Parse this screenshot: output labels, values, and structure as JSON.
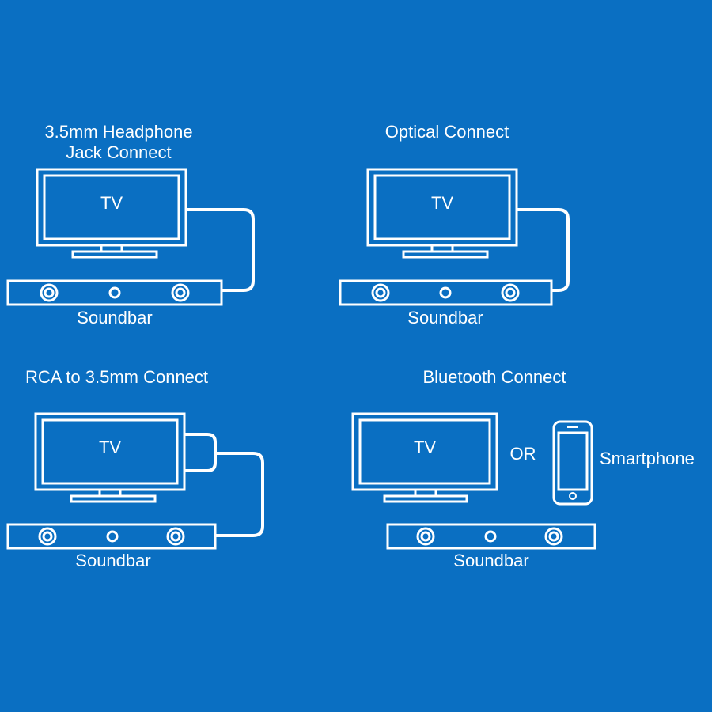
{
  "colors": {
    "background": "#0a6fc2",
    "line": "#ffffff"
  },
  "panels": [
    {
      "title": "3.5mm Headphone\nJack Connect",
      "tv_label": "TV",
      "soundbar_label": "Soundbar",
      "connection": "headphone-cable"
    },
    {
      "title": "Optical Connect",
      "tv_label": "TV",
      "soundbar_label": "Soundbar",
      "connection": "optical-cable"
    },
    {
      "title": "RCA to 3.5mm Connect",
      "tv_label": "TV",
      "soundbar_label": "Soundbar",
      "connection": "rca-cable"
    },
    {
      "title": "Bluetooth Connect",
      "tv_label": "TV",
      "soundbar_label": "Soundbar",
      "connection": "bluetooth",
      "or_label": "OR",
      "phone_label": "Smartphone"
    }
  ]
}
